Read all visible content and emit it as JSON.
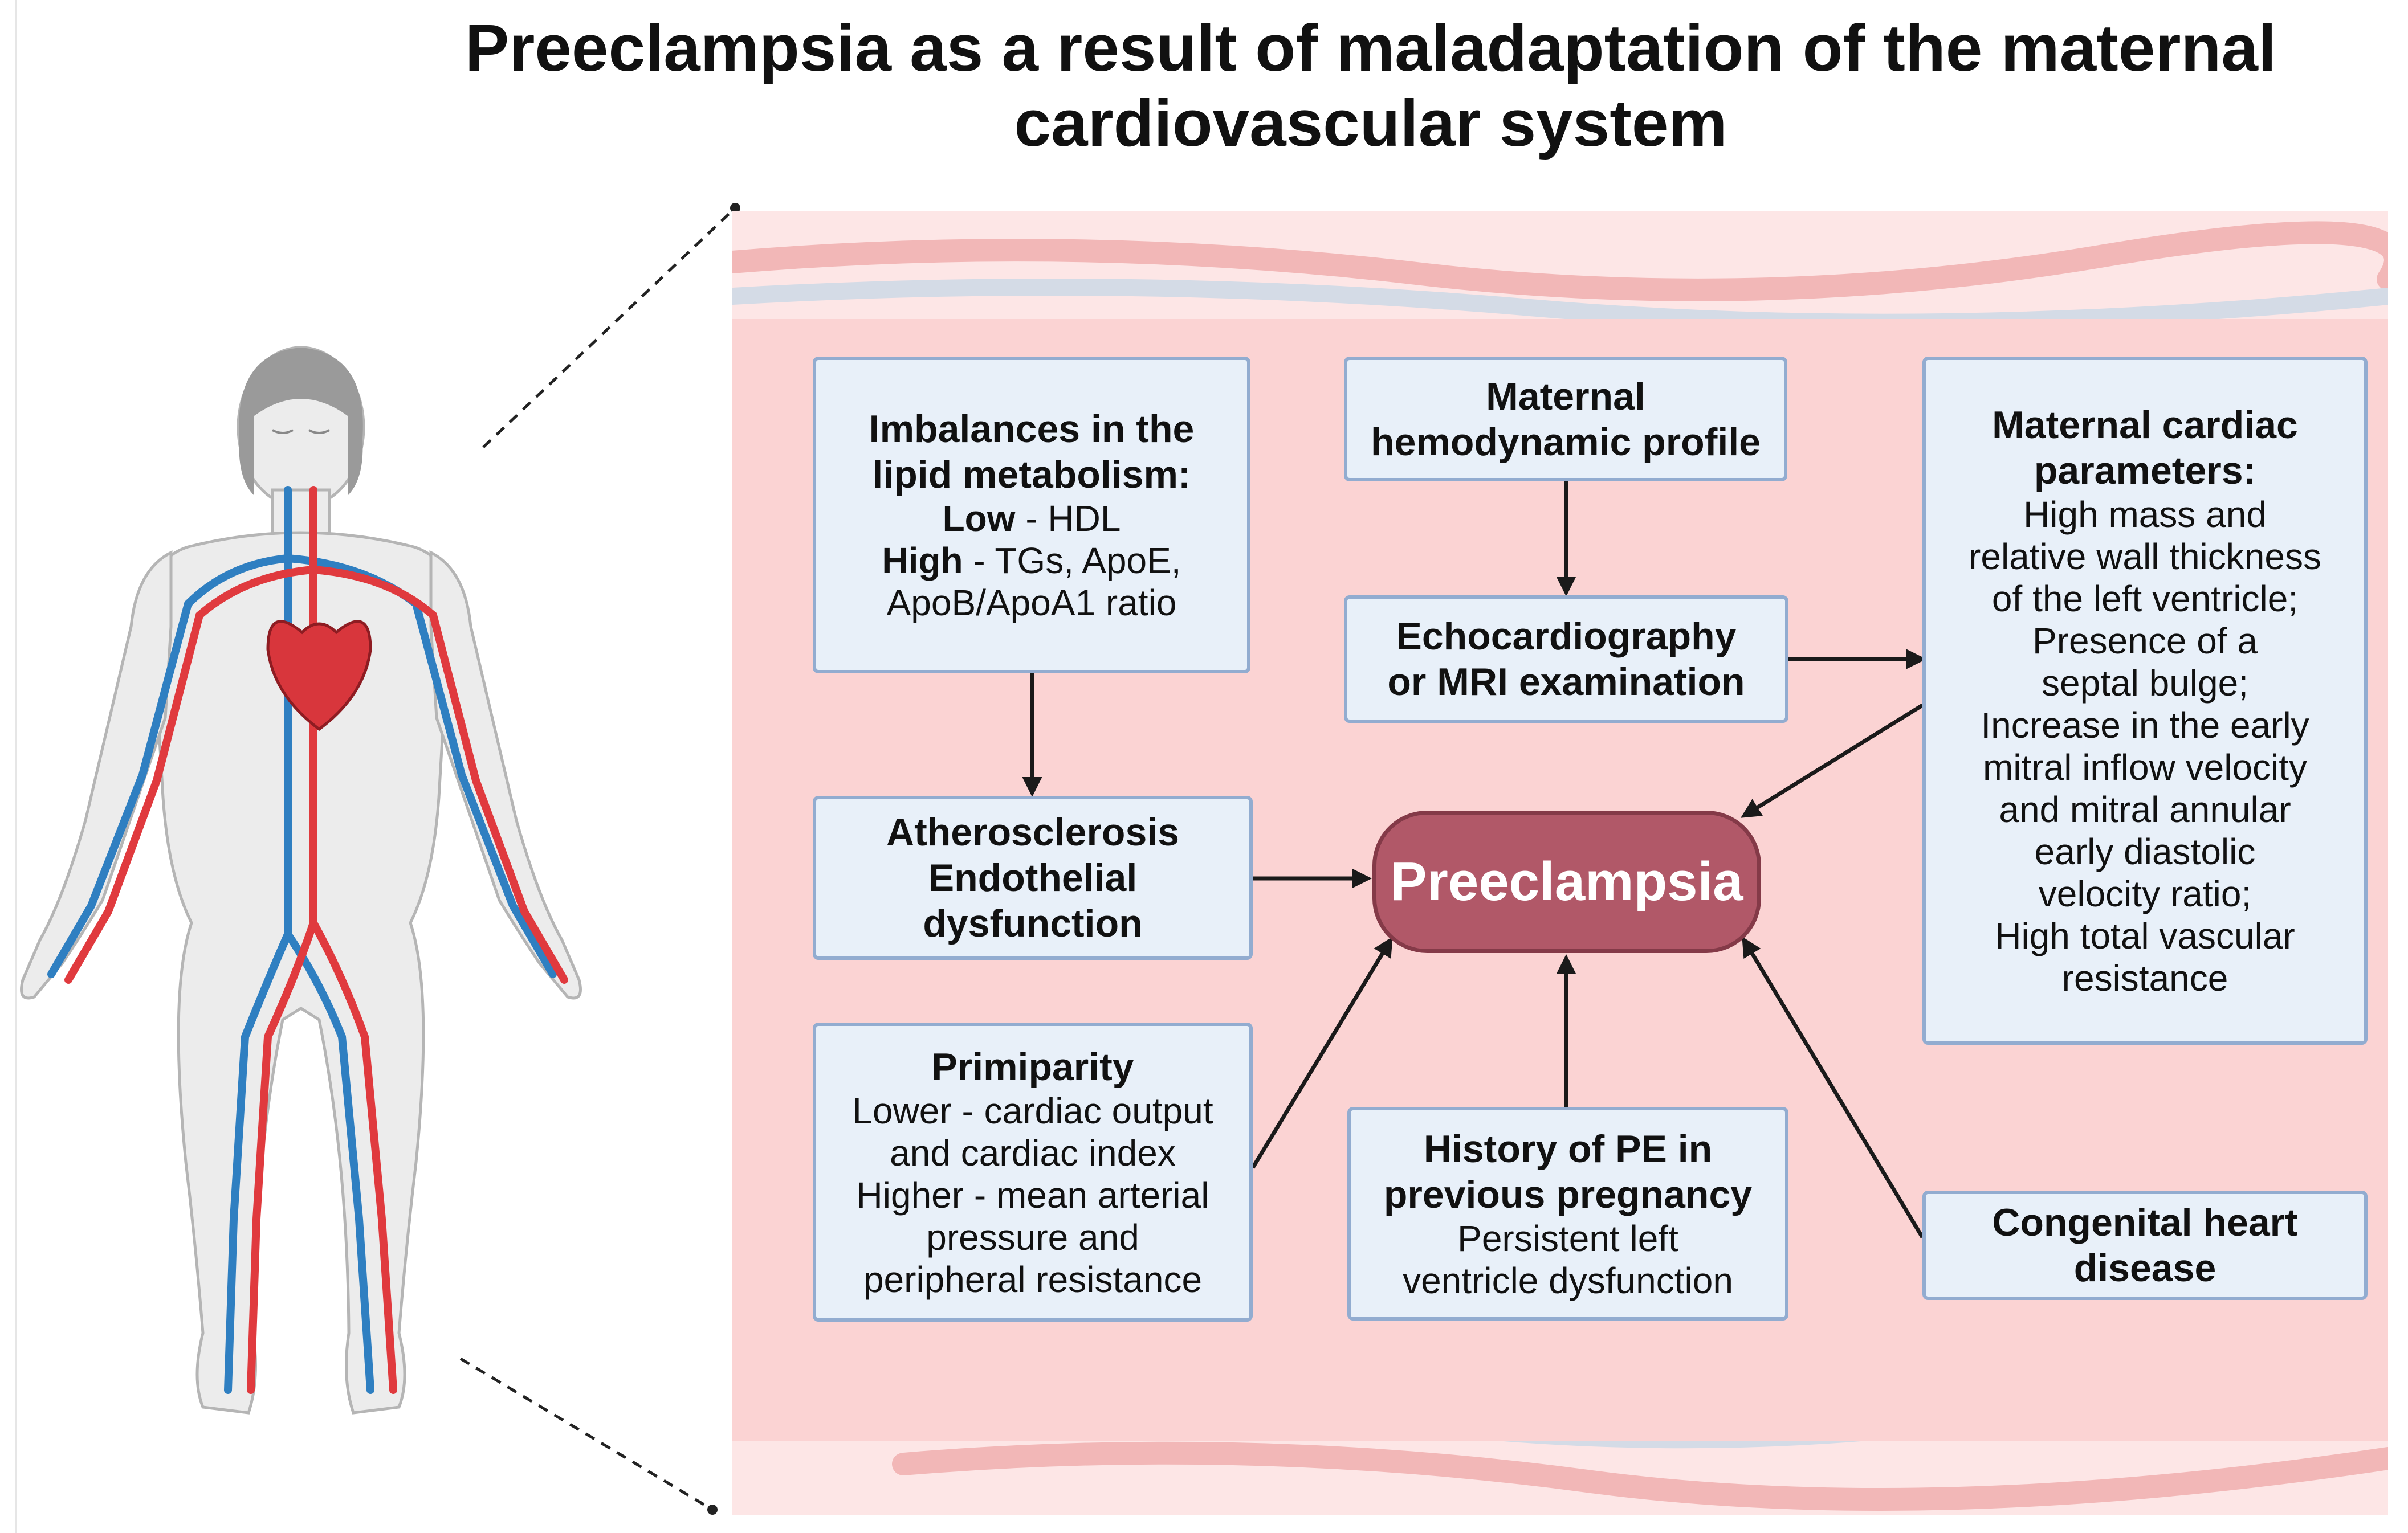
{
  "title": {
    "line1": "Preeclampsia as a result of maladaptation of the maternal",
    "line2": "cardiovascular system"
  },
  "colors": {
    "artery": "#e03a3e",
    "vein": "#2f7fc1",
    "box_fill": "#e8f0f9",
    "box_border": "#92acd0",
    "center_fill": "#b15868",
    "panel_bg": "#fbd3d3"
  },
  "nodes": {
    "lipid": {
      "title_line1": "Imbalances in the",
      "title_line2": "lipid metabolism:",
      "low_bold": "Low",
      "low_rest": " - HDL",
      "high_bold": "High",
      "high_rest": " - TGs, ApoE,",
      "high_line2": "ApoB/ApoA1 ratio"
    },
    "hemodynamic": {
      "line1": "Maternal",
      "line2": "hemodynamic profile"
    },
    "echo": {
      "line1": "Echocardiography",
      "line2": "or MRI examination"
    },
    "cardiac": {
      "title_line1": "Maternal cardiac",
      "title_line2": "parameters:",
      "lines": [
        "High mass and",
        "relative wall thickness",
        "of the left ventricle;",
        "Presence of a",
        "septal bulge;",
        "Increase in the early",
        "mitral inflow velocity",
        "and mitral annular",
        "early diastolic",
        "velocity ratio;",
        "High total vascular",
        "resistance"
      ]
    },
    "athero": {
      "line1": "Atherosclerosis",
      "line2": "Endothelial",
      "line3": "dysfunction"
    },
    "center": {
      "label": "Preeclampsia"
    },
    "primiparity": {
      "title": "Primiparity",
      "lines": [
        "Lower - cardiac output",
        "and cardiac index",
        "Higher - mean arterial",
        "pressure and",
        "peripheral resistance"
      ]
    },
    "history": {
      "title_line1": "History of PE in",
      "title_line2": "previous pregnancy",
      "lines": [
        "Persistent left",
        "ventricle dysfunction"
      ]
    },
    "congenital": {
      "line1": "Congenital heart",
      "line2": "disease"
    }
  }
}
